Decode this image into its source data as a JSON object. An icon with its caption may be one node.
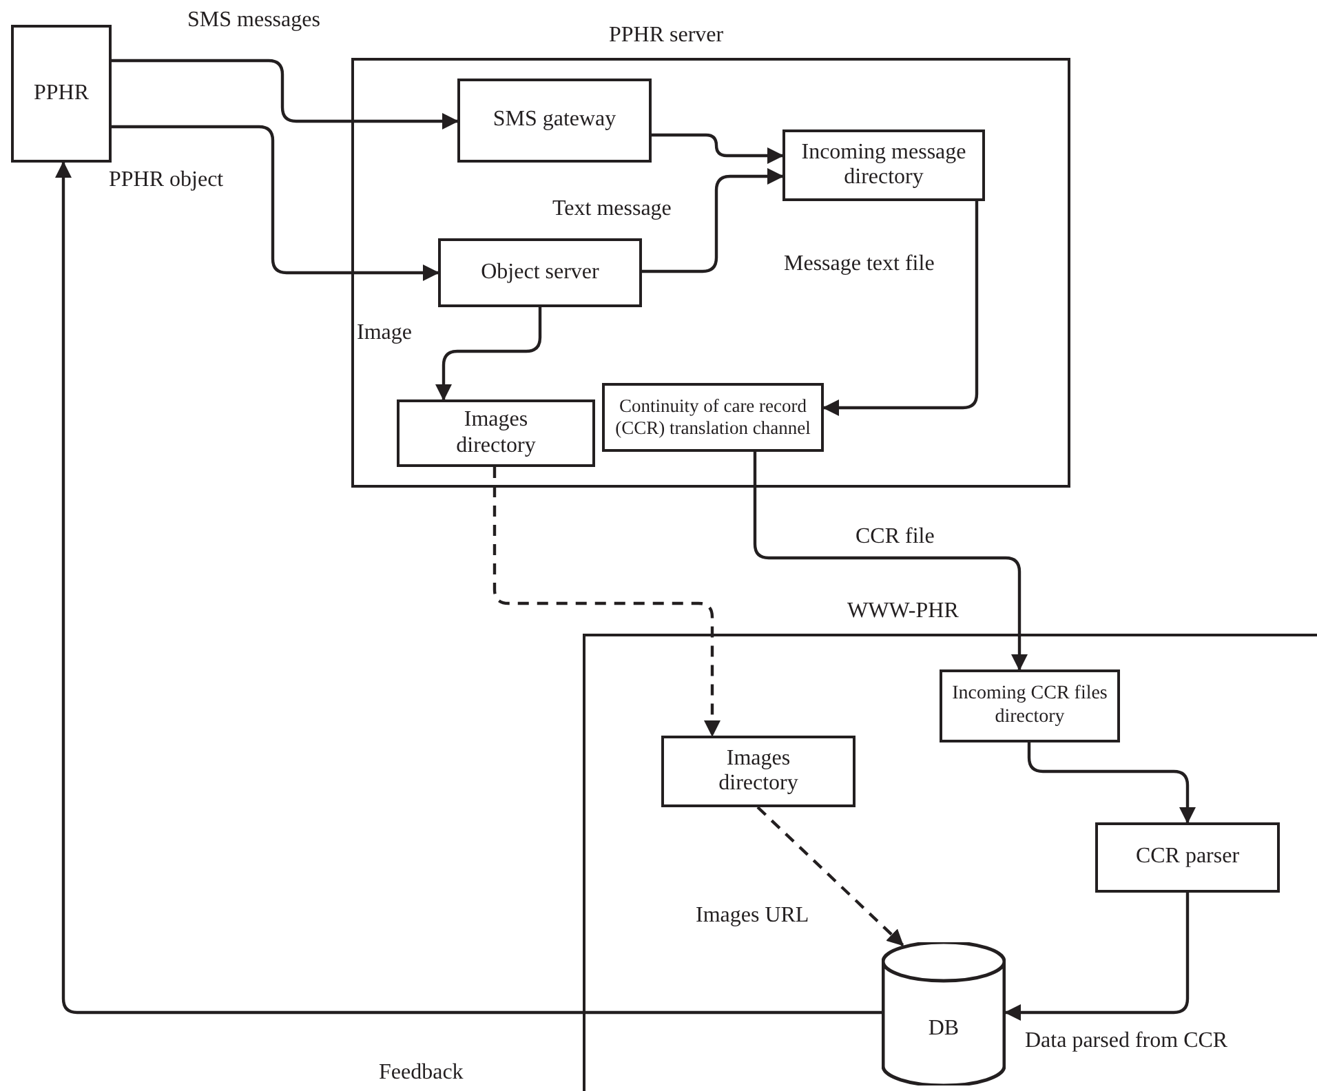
{
  "diagram": {
    "nodes": [
      {
        "text": [
          "PPHR"
        ]
      },
      {
        "text": [
          "PPHR server"
        ]
      },
      {
        "text": [
          "SMS gateway"
        ],
        "in": 1
      },
      {
        "text": [
          "Incoming message directory"
        ],
        "in": 1
      },
      {
        "text": [
          "Object server"
        ],
        "in": 1
      },
      {
        "text": [
          "Images directory"
        ],
        "in": 1
      },
      {
        "text": [
          "Continuity of care record (CCR) translation channel"
        ],
        "in": 1
      },
      {
        "text": [
          "WWW-PHR"
        ]
      },
      {
        "text": [
          "Incoming CCR files directory"
        ],
        "in": 7
      },
      {
        "text": [
          "Images directory"
        ],
        "in": 7
      },
      {
        "text": [
          "CCR parser"
        ],
        "in": 7
      },
      {
        "text": [
          "DB"
        ],
        "in": 7
      }
    ],
    "edges": [
      {
        "from": 0,
        "to": 2,
        "arrow": "to",
        "label": "SMS messages"
      },
      {
        "from": 0,
        "to": 4,
        "arrow": "to",
        "label": "PPHR object"
      },
      {
        "from": 2,
        "to": 3,
        "arrow": "to"
      },
      {
        "from": 4,
        "to": 3,
        "arrow": "to",
        "label": "Text message"
      },
      {
        "from": 4,
        "to": 5,
        "arrow": "to",
        "label": "Image"
      },
      {
        "from": 3,
        "to": 6,
        "arrow": "to",
        "label": "Message text file"
      },
      {
        "from": 6,
        "to": 8,
        "arrow": "to",
        "label": "CCR file"
      },
      {
        "from": 5,
        "to": 9,
        "arrow": "to",
        "style": "dashed"
      },
      {
        "from": 9,
        "to": 11,
        "arrow": "to",
        "style": "dashed",
        "label": "Images URL"
      },
      {
        "from": 8,
        "to": 10,
        "arrow": "to"
      },
      {
        "from": 10,
        "to": 11,
        "arrow": "to",
        "label": "Data parsed from CCR"
      },
      {
        "from": 11,
        "to": 0,
        "arrow": "to",
        "label": "Feedback"
      }
    ]
  }
}
